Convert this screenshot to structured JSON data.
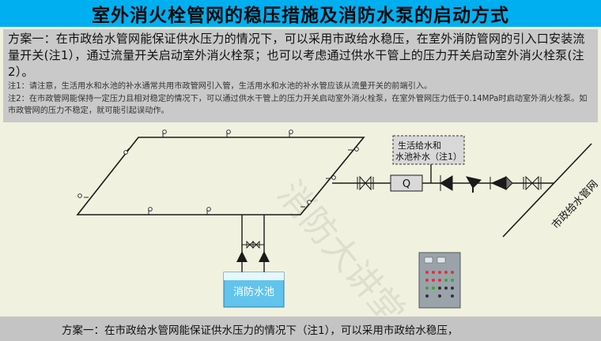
{
  "title": "室外消火栓管网的稳压措施及消防水泵的启动方式",
  "scheme": {
    "main": "方案一：在市政给水管网能保证供水压力的情况下，可以采用市政给水稳压，在室外消防管网的引入口安装流量开关(注1），通过流量开关启动室外消火栓泵；也可以考虑通过供水干管上的压力开关启动室外消火栓泵(注2）。",
    "note1": "注1：请注意，生活用水和水池的补水通常共用市政管网引入管，生活用水和水池的补水管应该从流量开关的前端引入。",
    "note2": "注2：在市政管网能保持一定压力且相对稳定的情况下，可以通过供水干管上的压力开关启动室外消火栓泵，在室外管网压力低于0.14MPa时启动室外消火栓泵。如市政管网的压力不稳定，就可能引起误动作。"
  },
  "diagram": {
    "supply_label_line1": "生活给水和",
    "supply_label_line2": "水池补水（注1）",
    "flow_switch_label": "Q",
    "municipal_main_label": "市政给水管网",
    "tank_label": "消防水池",
    "watermark": "消防大讲堂",
    "colors": {
      "pipe": "#1a1a1a",
      "tank_fill": "#62c4ec",
      "tank_top": "#e6f6fd",
      "cabinet": "#9aa3aa",
      "label_box": "#d8d8d8"
    }
  },
  "caption": "方案一：在市政给水管网能保证供水压力的情况下（注1），可以采用市政给水稳压，"
}
